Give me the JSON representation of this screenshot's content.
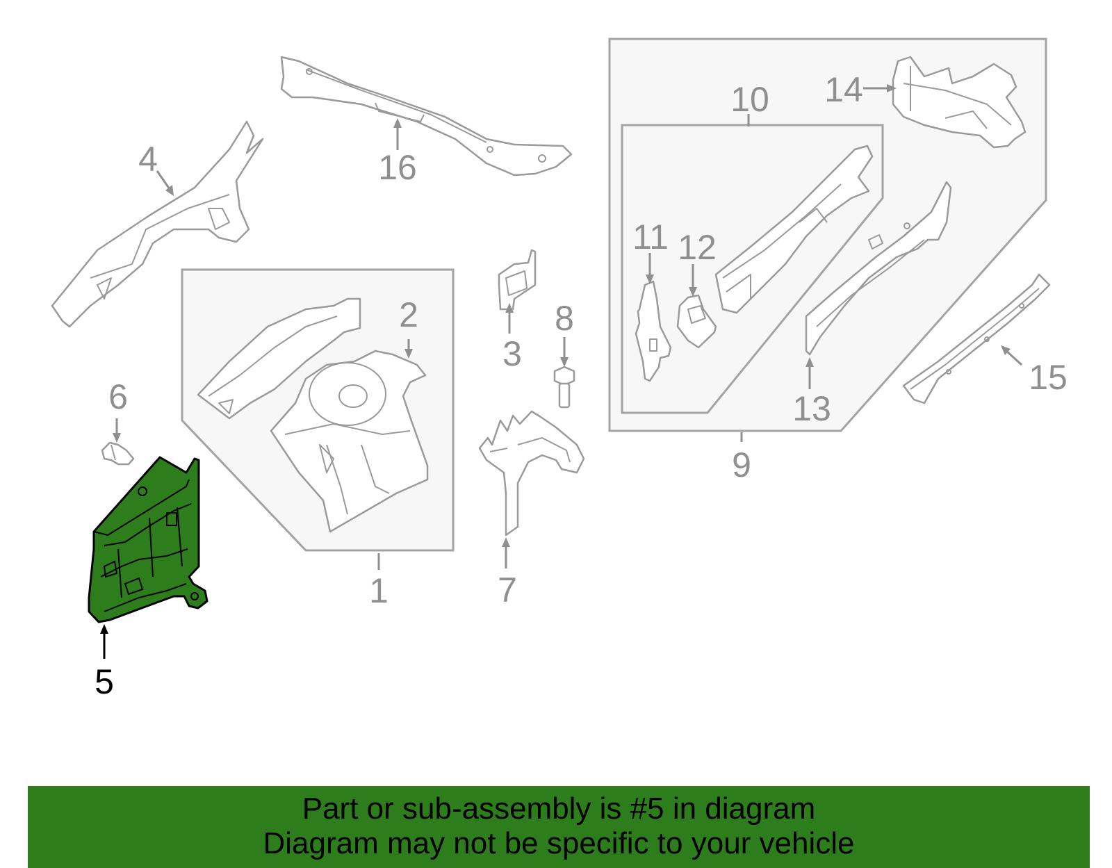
{
  "callouts": {
    "c1": "1",
    "c2": "2",
    "c3": "3",
    "c4": "4",
    "c5": "5",
    "c6": "6",
    "c7": "7",
    "c8": "8",
    "c9": "9",
    "c10": "10",
    "c11": "11",
    "c12": "12",
    "c13": "13",
    "c14": "14",
    "c15": "15",
    "c16": "16"
  },
  "highlighted_part": "5",
  "colors": {
    "highlight": "#2d7d1c",
    "banner": "#2d7d1c",
    "line_art": "#9a9a9a",
    "group_box_fill": "#f7f7f7"
  },
  "banner": {
    "line1": "Part or sub-assembly is #5 in diagram",
    "line2": "Diagram may not be specific to your vehicle"
  }
}
